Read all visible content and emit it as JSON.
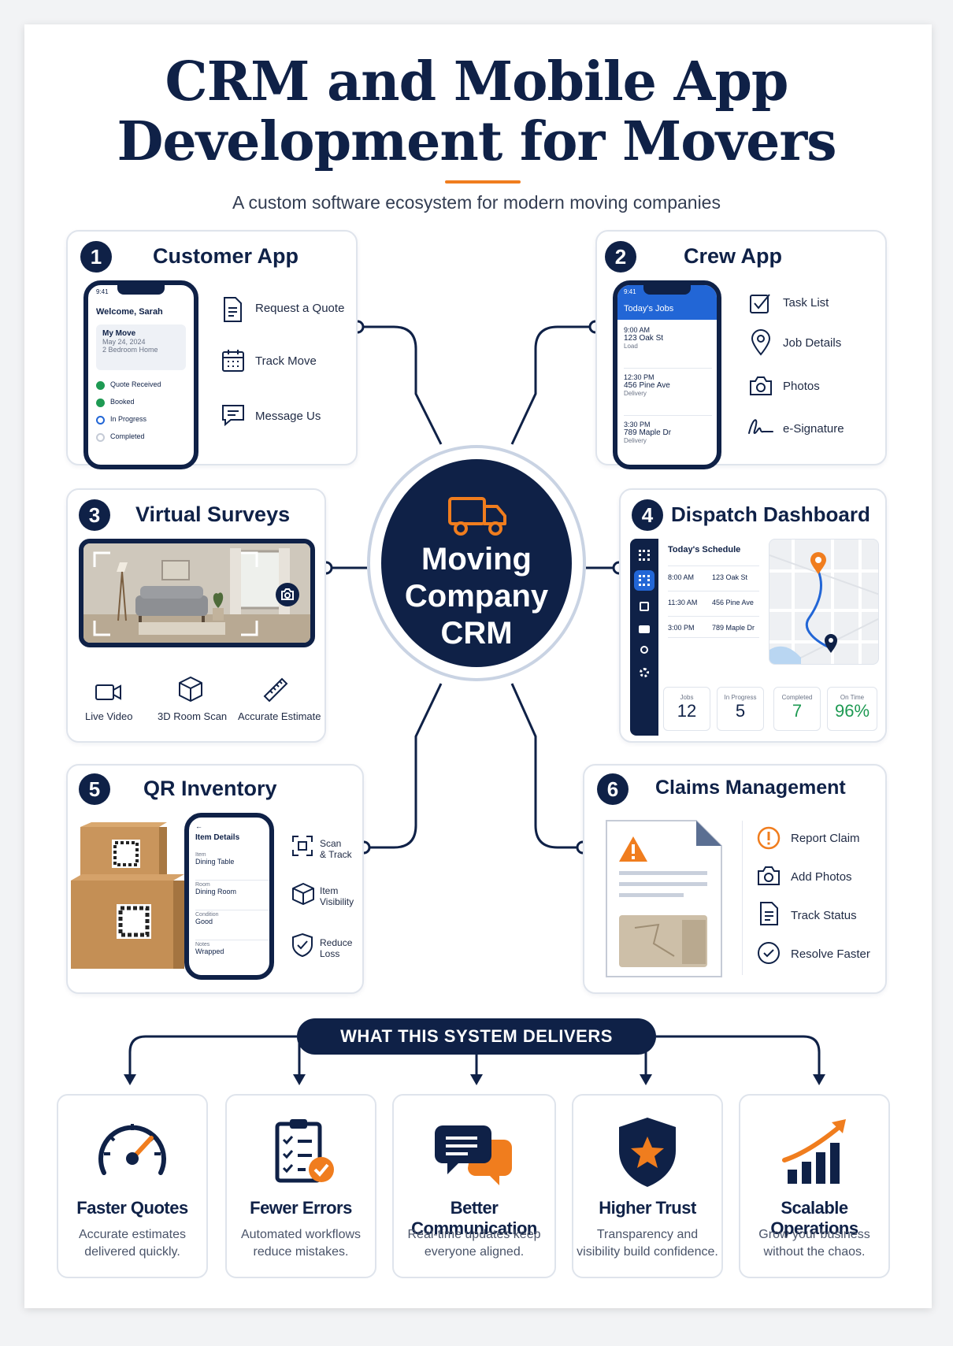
{
  "header": {
    "title_line1": "CRM and Mobile App",
    "title_line2": "Development for Movers",
    "subtitle": "A custom software ecosystem for modern moving companies"
  },
  "hub": {
    "line1": "Moving",
    "line2": "Company",
    "line3": "CRM"
  },
  "cards": {
    "customer_app": {
      "number": "1",
      "title": "Customer App",
      "phone": {
        "status_time": "9:41",
        "welcome": "Welcome, Sarah",
        "move_title": "My Move",
        "move_date": "May 24, 2024",
        "move_size": "2 Bedroom Home",
        "steps": [
          "Quote Received",
          "Booked",
          "In Progress",
          "Completed"
        ]
      },
      "features": [
        "Request a Quote",
        "Track Move",
        "Message Us"
      ]
    },
    "crew_app": {
      "number": "2",
      "title": "Crew App",
      "phone": {
        "status_time": "9:41",
        "header": "Today's Jobs",
        "jobs": [
          {
            "time": "9:00 AM",
            "address": "123 Oak St",
            "type": "Load"
          },
          {
            "time": "12:30 PM",
            "address": "456 Pine Ave",
            "type": "Delivery"
          },
          {
            "time": "3:30 PM",
            "address": "789 Maple Dr",
            "type": "Delivery"
          }
        ]
      },
      "features": [
        "Task List",
        "Job Details",
        "Photos",
        "e-Signature"
      ]
    },
    "virtual_surveys": {
      "number": "3",
      "title": "Virtual Surveys",
      "features": [
        "Live Video",
        "3D Room Scan",
        "Accurate Estimate"
      ]
    },
    "dispatch": {
      "number": "4",
      "title": "Dispatch Dashboard",
      "schedule_title": "Today's Schedule",
      "schedule": [
        {
          "time": "8:00 AM",
          "address": "123 Oak St"
        },
        {
          "time": "11:30 AM",
          "address": "456 Pine Ave"
        },
        {
          "time": "3:00 PM",
          "address": "789 Maple Dr"
        }
      ],
      "stats": [
        {
          "label": "Jobs",
          "value": "12",
          "color": "#0f2147"
        },
        {
          "label": "In Progress",
          "value": "5",
          "color": "#0f2147"
        },
        {
          "label": "Completed",
          "value": "7",
          "color": "#1e9a53"
        },
        {
          "label": "On Time",
          "value": "96%",
          "color": "#1e9a53"
        }
      ]
    },
    "qr_inventory": {
      "number": "5",
      "title": "QR Inventory",
      "phone": {
        "header": "Item Details",
        "fields": [
          {
            "label": "Item",
            "value": "Dining Table"
          },
          {
            "label": "Room",
            "value": "Dining Room"
          },
          {
            "label": "Condition",
            "value": "Good"
          },
          {
            "label": "Notes",
            "value": "Wrapped"
          }
        ]
      },
      "features": [
        {
          "line1": "Scan",
          "line2": "& Track"
        },
        {
          "line1": "Item",
          "line2": "Visibility"
        },
        {
          "line1": "Reduce",
          "line2": "Loss"
        }
      ]
    },
    "claims": {
      "number": "6",
      "title": "Claims Management",
      "features": [
        "Report Claim",
        "Add Photos",
        "Track Status",
        "Resolve Faster"
      ]
    }
  },
  "delivers": {
    "title": "WHAT THIS SYSTEM DELIVERS",
    "items": [
      {
        "title": "Faster Quotes",
        "line1": "Accurate estimates",
        "line2": "delivered quickly.",
        "icon": "speedometer-icon"
      },
      {
        "title": "Fewer Errors",
        "line1": "Automated workflows",
        "line2": "reduce mistakes.",
        "icon": "checklist-icon"
      },
      {
        "title": "Better Communication",
        "line1": "Real-time updates keep",
        "line2": "everyone aligned.",
        "icon": "chat-bubbles-icon"
      },
      {
        "title": "Higher Trust",
        "line1": "Transparency and",
        "line2": "visibility build confidence.",
        "icon": "shield-star-icon"
      },
      {
        "title": "Scalable Operations",
        "line1": "Grow your business",
        "line2": "without the chaos.",
        "icon": "growth-chart-icon"
      }
    ]
  },
  "colors": {
    "navy": "#0f2147",
    "orange": "#f07d1e",
    "blue": "#2266d6",
    "green": "#1e9a53"
  }
}
